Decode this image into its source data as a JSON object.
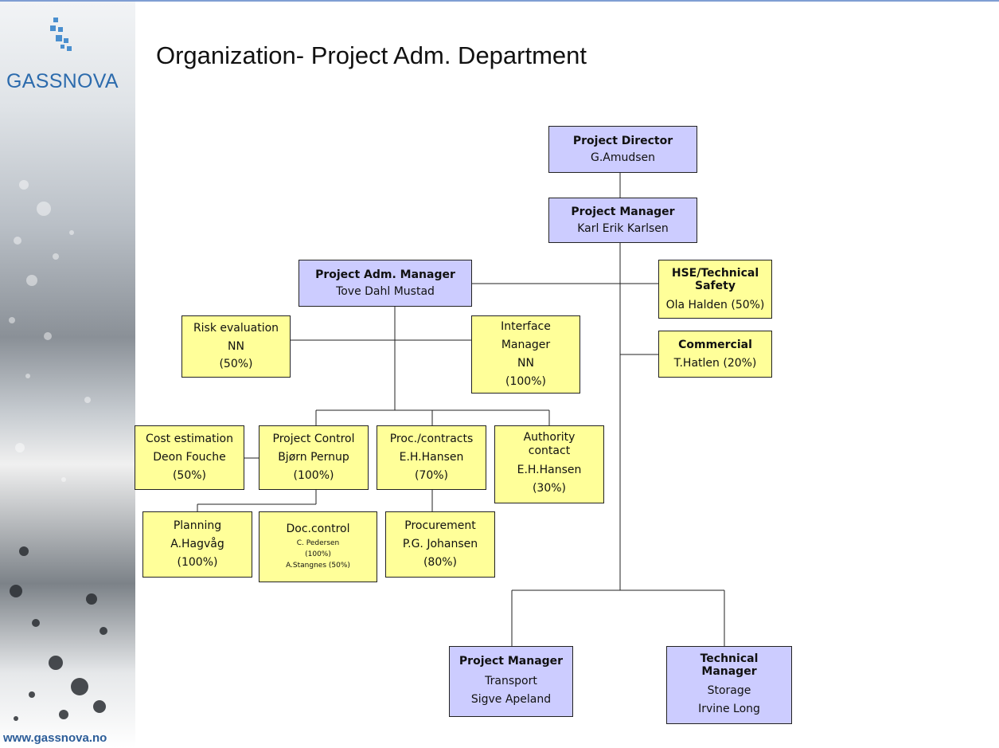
{
  "header": {
    "title": "Organization- Project Adm. Department"
  },
  "sidebar": {
    "logo_text": "GASSNOVA",
    "url": "www.gassnova.no"
  },
  "org": {
    "project_director": {
      "title": "Project Director",
      "name": "G.Amudsen"
    },
    "project_manager": {
      "title": "Project Manager",
      "name": "Karl Erik Karlsen"
    },
    "adm_manager": {
      "title": "Project Adm. Manager",
      "name": "Tove Dahl Mustad"
    },
    "hse": {
      "title": "HSE/Technical Safety",
      "name": "Ola Halden (50%)"
    },
    "commercial": {
      "title": "Commercial",
      "name": "T.Hatlen (20%)"
    },
    "risk": {
      "l1": "Risk evaluation",
      "l2": "NN",
      "l3": "(50%)"
    },
    "interface": {
      "l1": "Interface",
      "l2": "Manager",
      "l3": "NN",
      "l4": "(100%)"
    },
    "cost": {
      "l1": "Cost estimation",
      "l2": "Deon Fouche",
      "l3": "(50%)"
    },
    "control": {
      "l1": "Project Control",
      "l2": "Bjørn Pernup",
      "l3": "(100%)"
    },
    "proc": {
      "l1": "Proc./contracts",
      "l2": "E.H.Hansen",
      "l3": "(70%)"
    },
    "authority": {
      "l1": "Authority contact",
      "l2": "E.H.Hansen",
      "l3": "(30%)"
    },
    "planning": {
      "l1": "Planning",
      "l2": "A.Hagvåg",
      "l3": "(100%)"
    },
    "doc": {
      "l1": "Doc.control",
      "l2": "C. Pedersen",
      "l3": "(100%)",
      "l4": "A.Stangnes (50%)"
    },
    "procurement": {
      "l1": "Procurement",
      "l2": "P.G. Johansen",
      "l3": "(80%)"
    },
    "pm_transport": {
      "title": "Project Manager",
      "l2": "Transport",
      "l3": "Sigve Apeland"
    },
    "tech_manager": {
      "title": "Technical Manager",
      "l2": "Storage",
      "l3": "Irvine Long"
    }
  }
}
